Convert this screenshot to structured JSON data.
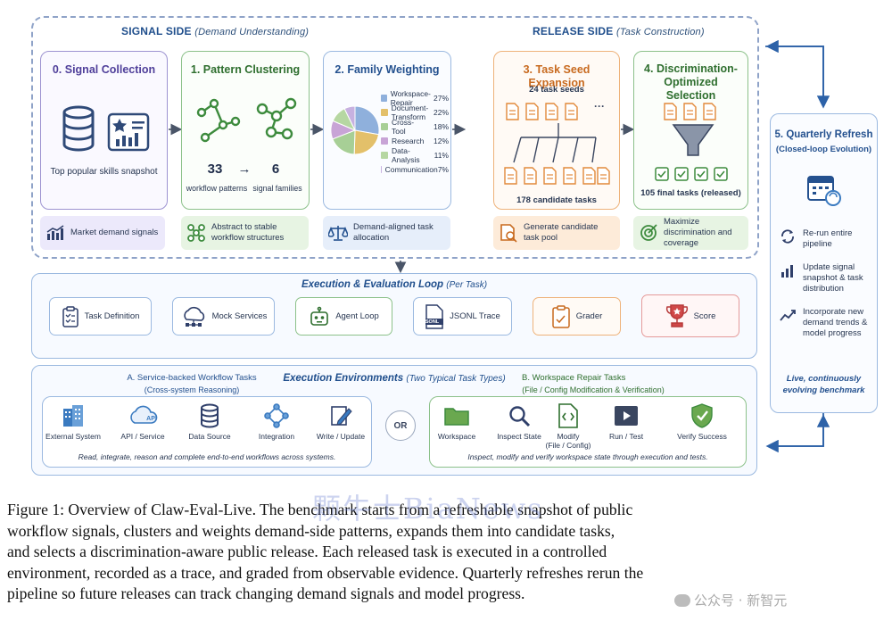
{
  "signal_side": {
    "title": "SIGNAL SIDE",
    "subtitle": "(Demand Understanding)"
  },
  "release_side": {
    "title": "RELEASE SIDE",
    "subtitle": "(Task Construction)"
  },
  "stages": {
    "s0": {
      "title": "0. Signal Collection",
      "desc": "Top popular skills snapshot",
      "footer": "Market demand signals",
      "color": "#6b5bb0"
    },
    "s1": {
      "title": "1. Pattern Clustering",
      "num_left": "33",
      "arrow": "→",
      "num_right": "6",
      "label_left": "workflow patterns",
      "label_right": "signal families",
      "footer": "Abstract to stable workflow structures",
      "color": "#3d8b3d"
    },
    "s2": {
      "title": "2. Family Weighting",
      "footer": "Demand-aligned task allocation",
      "color": "#2d62a8",
      "legend": [
        {
          "label": "Workspace-Repair",
          "pct": "27%",
          "color": "#8fb0dc"
        },
        {
          "label": "Document-Transform",
          "pct": "22%",
          "color": "#e3c06a"
        },
        {
          "label": "Cross-Tool",
          "pct": "18%",
          "color": "#a7cf96"
        },
        {
          "label": "Research",
          "pct": "12%",
          "color": "#c8a4d6"
        },
        {
          "label": "Data-Analysis",
          "pct": "11%",
          "color": "#b6d7a2"
        },
        {
          "label": "Communication",
          "pct": "7%",
          "color": "#c7b1e0"
        }
      ]
    },
    "s3": {
      "title": "3. Task Seed Expansion",
      "top": "24 task seeds",
      "ellipsis": "···",
      "bottom": "178 candidate tasks",
      "footer": "Generate candidate task pool",
      "color": "#e2893a"
    },
    "s4": {
      "title": "4. Discrimination-Optimized Selection",
      "bottom": "105 final tasks (released)",
      "footer": "Maximize discrimination and coverage",
      "color": "#3d8b3d"
    },
    "s5": {
      "title": "5. Quarterly Refresh",
      "subtitle": "(Closed-loop Evolution)",
      "items": [
        "Re-run entire pipeline",
        "Update signal snapshot & task distribution",
        "Incorporate new demand trends & model progress"
      ],
      "footer": "Live, continuously evolving benchmark",
      "color": "#2d62a8"
    }
  },
  "loop": {
    "title": "Execution & Evaluation Loop",
    "subtitle": "(Per Task)",
    "items": [
      "Task Definition",
      "Mock Services",
      "Agent Loop",
      "JSONL Trace",
      "Grader",
      "Score"
    ],
    "jsonl_tag": "JSONL"
  },
  "env": {
    "title": "Execution Environments",
    "subtitle": "(Two Typical Task Types)",
    "or": "OR",
    "a": {
      "title": "A. Service-backed Workflow Tasks",
      "subtitle": "(Cross-system Reasoning)",
      "items": [
        "External System",
        "API / Service",
        "Data Source",
        "Integration",
        "Write / Update"
      ],
      "api_tag": "API",
      "footer": "Read, integrate, reason and complete end-to-end workflows across systems."
    },
    "b": {
      "title": "B. Workspace Repair Tasks",
      "subtitle": "(File / Config Modification & Verification)",
      "items": [
        "Workspace",
        "Inspect State",
        "Modify\n(File / Config)",
        "Run / Test",
        "Verify Success"
      ],
      "footer": "Inspect, modify and verify workspace state through execution and tests."
    }
  },
  "caption": [
    "Figure 1: Overview of Claw-Eval-Live. The benchmark starts from a refreshable snapshot of public",
    "workflow signals, clusters and weights demand-side patterns, expands them into candidate tasks,",
    "and selects a discrimination-aware public release.  Each released task is executed in a controlled",
    "environment, recorded as a trace, and graded from observable evidence. Quarterly refreshes rerun the",
    "pipeline so future releases can track changing demand signals and model progress."
  ],
  "watermarks": {
    "center": "颗牛士BiaNews",
    "right": "公众号 · 新智元"
  }
}
